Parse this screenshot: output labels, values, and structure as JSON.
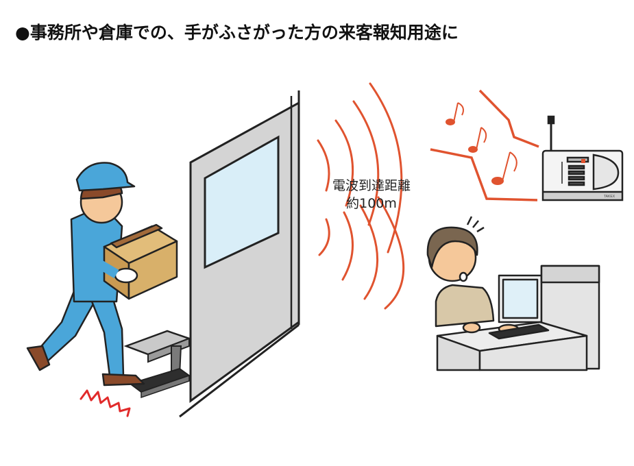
{
  "heading": "●事務所や倉庫での、手がふさがった方の来客報知用途に",
  "range_label": {
    "line1": "電波到達距離",
    "line2": "約100m"
  },
  "receiver_brand": "TAKEX",
  "colors": {
    "wave": "#e0532f",
    "chime": "#e0532f",
    "worker_uniform": "#4aa6d9",
    "box": "#d8b06a",
    "door": "#d4d4d4",
    "window": "#d9eef8",
    "stomp": "#e12a2a"
  },
  "icons": {
    "music_notes": "music-note-icon",
    "wireless_waves": "wireless-wave-icon"
  }
}
